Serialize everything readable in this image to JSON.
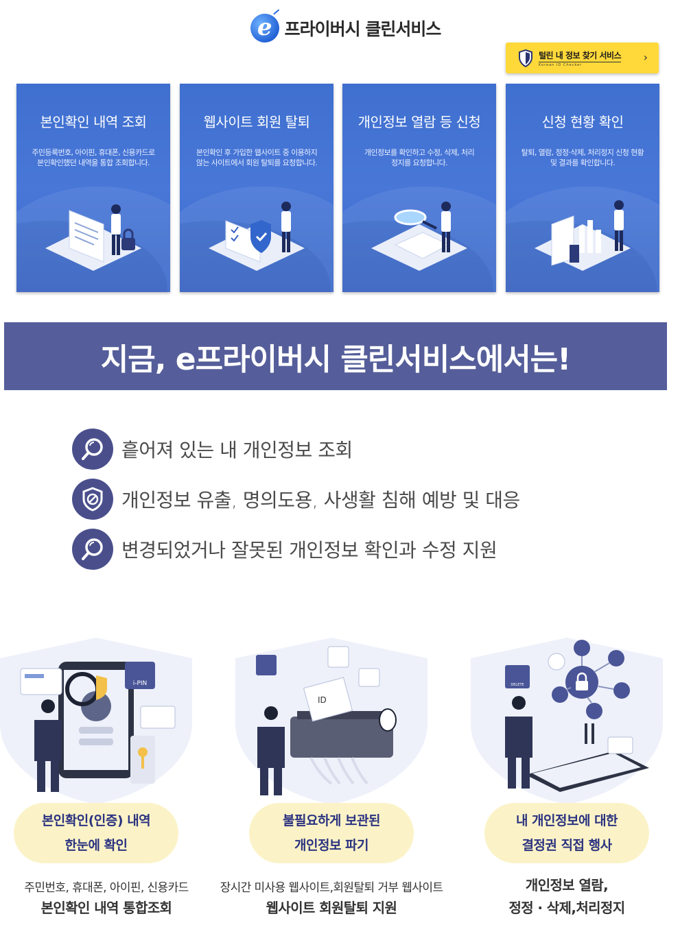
{
  "header": {
    "brand": "프라이버시 클린서비스",
    "logo_letter": "e"
  },
  "checker_button": {
    "label": "털린 내 정보 찾기 서비스",
    "sublabel": "Korean ID Checker"
  },
  "cards": [
    {
      "title": "본인확인 내역 조회",
      "desc_line1": "주민등록번호, 아이핀, 휴대폰, 신용카드로",
      "desc_line2": "본인확인했던 내역을 통합 조회합니다."
    },
    {
      "title": "웹사이트 회원 탈퇴",
      "desc_line1": "본인확인 후 가입한 웹사이트 중 이용하지",
      "desc_line2": "않는 사이트에서 회원 탈퇴를 요청합니다."
    },
    {
      "title": "개인정보 열람 등 신청",
      "desc_line1": "개인정보를 확인하고 수정, 삭제, 처리",
      "desc_line2": "정지를 요청합니다."
    },
    {
      "title": "신청 현황 확인",
      "desc_line1": "탈퇴, 열람, 정정·삭제, 처리정지 신청 현황",
      "desc_line2": "및 결과를 확인합니다."
    }
  ],
  "banner": {
    "text": "지금, e프라이버시 클린서비스에서는!"
  },
  "features": [
    {
      "icon": "magnifier-icon",
      "label": "흩어져 있는 내 개인정보 조회"
    },
    {
      "icon": "shield-block-icon",
      "label": "개인정보 유출, 명의도용, 사생활 침해 예방 및 대응"
    },
    {
      "icon": "magnifier-icon",
      "label": "변경되었거나 잘못된 개인정보 확인과 수정 지원"
    }
  ],
  "panels": [
    {
      "pill_line1": "본인확인(인증) 내역",
      "pill_line2": "한눈에 확인",
      "foot_line1": "주민번호, 휴대폰, 아이핀, 신용카드",
      "foot_line2": "본인확인 내역 통합조회",
      "badge": "i-PIN"
    },
    {
      "pill_line1": "불필요하게 보관된",
      "pill_line2": "개인정보 파기",
      "foot_line1": "장시간 미사용 웹사이트,회원탈퇴 거부 웹사이트",
      "foot_line2": "웹사이트 회원탈퇴 지원",
      "badge": "ID"
    },
    {
      "pill_line1": "내 개인정보에 대한",
      "pill_line2": "결정권 직접 행사",
      "foot_line1": "개인정보 열람,",
      "foot_line2": "정정 · 삭제,처리정지",
      "badge": "DELETE"
    }
  ],
  "colors": {
    "card_blue": "#4877d8",
    "banner": "#555e9a",
    "feature_circle": "#4a4f8c",
    "pill": "#fbf3c7",
    "pill_text": "#2b3280",
    "checker_yellow": "#ffd93a"
  }
}
